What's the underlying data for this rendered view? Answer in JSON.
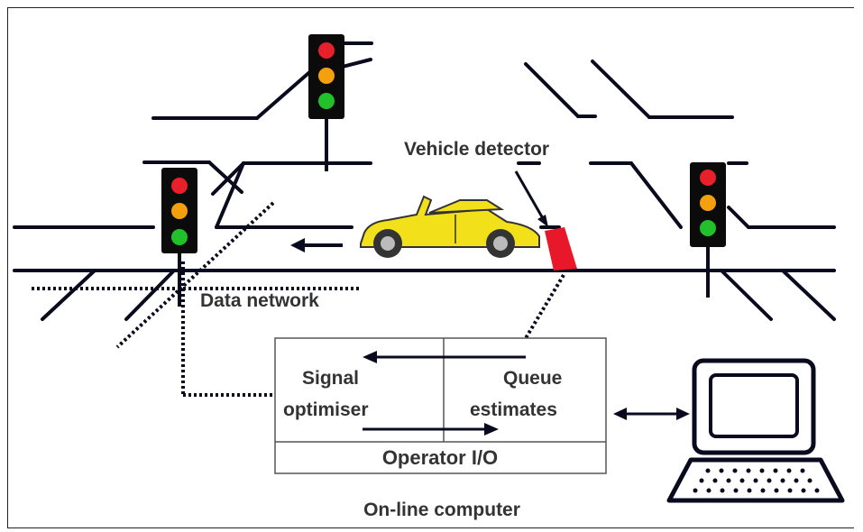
{
  "labels": {
    "vehicle_detector": "Vehicle detector",
    "data_network": "Data network",
    "signal_optimiser_line1": "Signal",
    "signal_optimiser_line2": "optimiser",
    "queue_estimates_line1": "Queue",
    "queue_estimates_line2": "estimates",
    "operator_io": "Operator I/O",
    "online_computer": "On-line computer"
  },
  "colors": {
    "signal_red": "#e8202a",
    "signal_amber": "#f4a00c",
    "signal_green": "#22c02a",
    "signal_housing": "#0b0b0b",
    "detector": "#e8182a",
    "car_body": "#f1e01a",
    "line": "#0a0a1e"
  },
  "icons": [
    "traffic-signal-icon",
    "car-icon",
    "vehicle-detector-icon",
    "computer-terminal-icon"
  ]
}
